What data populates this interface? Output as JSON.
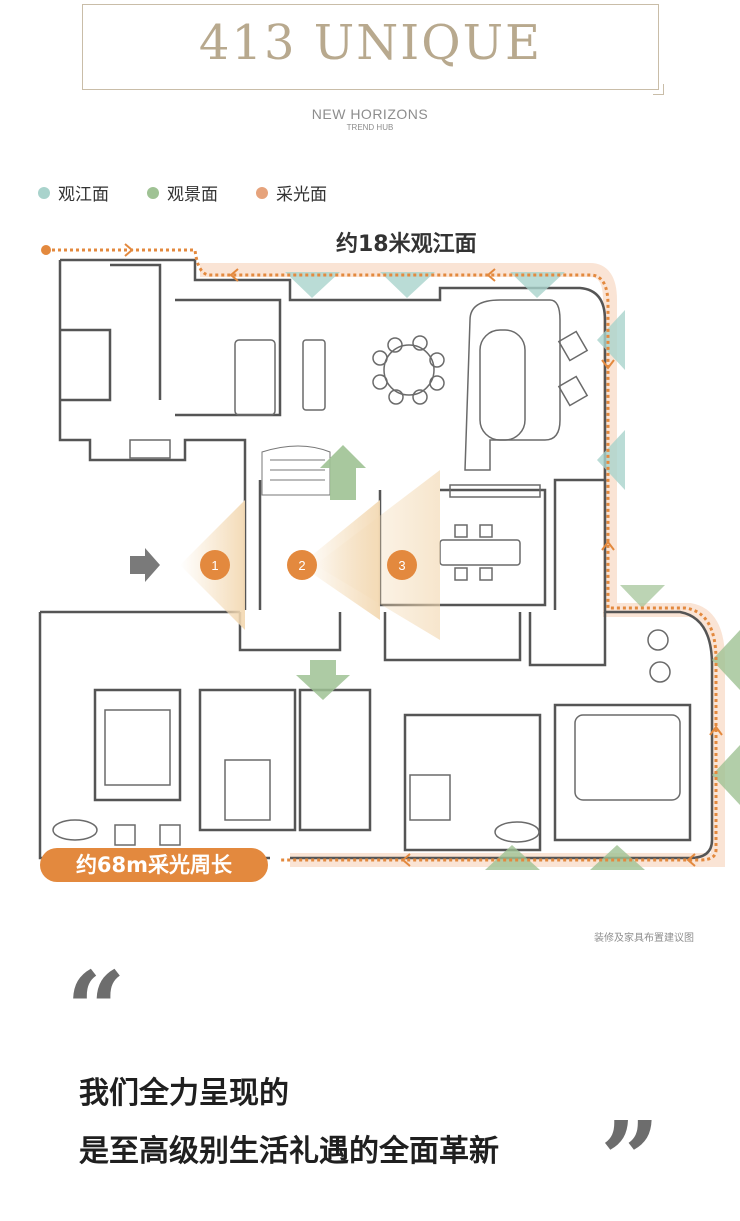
{
  "header": {
    "title": "413 UNIQUE",
    "brand_line1": "NEW HORIZONS",
    "brand_line2": "TREND HUB"
  },
  "legend": [
    {
      "label": "观江面",
      "color": "#a9d3cc"
    },
    {
      "label": "观景面",
      "color": "#9fc294"
    },
    {
      "label": "采光面",
      "color": "#e6a37c"
    }
  ],
  "floorplan": {
    "river_view_label": "约18米观江面",
    "perimeter_label": "约68m采光周长",
    "markers": [
      "1",
      "2",
      "3"
    ],
    "accent_color": "#e3893e",
    "view_color": "#9fc294",
    "river_color": "#a9d3cc"
  },
  "note": "装修及家具布置建议图",
  "quote": {
    "open": "“",
    "close": "”",
    "line1": "我们全力呈现的",
    "line2": "是至高级别生活礼遇的全面革新"
  }
}
